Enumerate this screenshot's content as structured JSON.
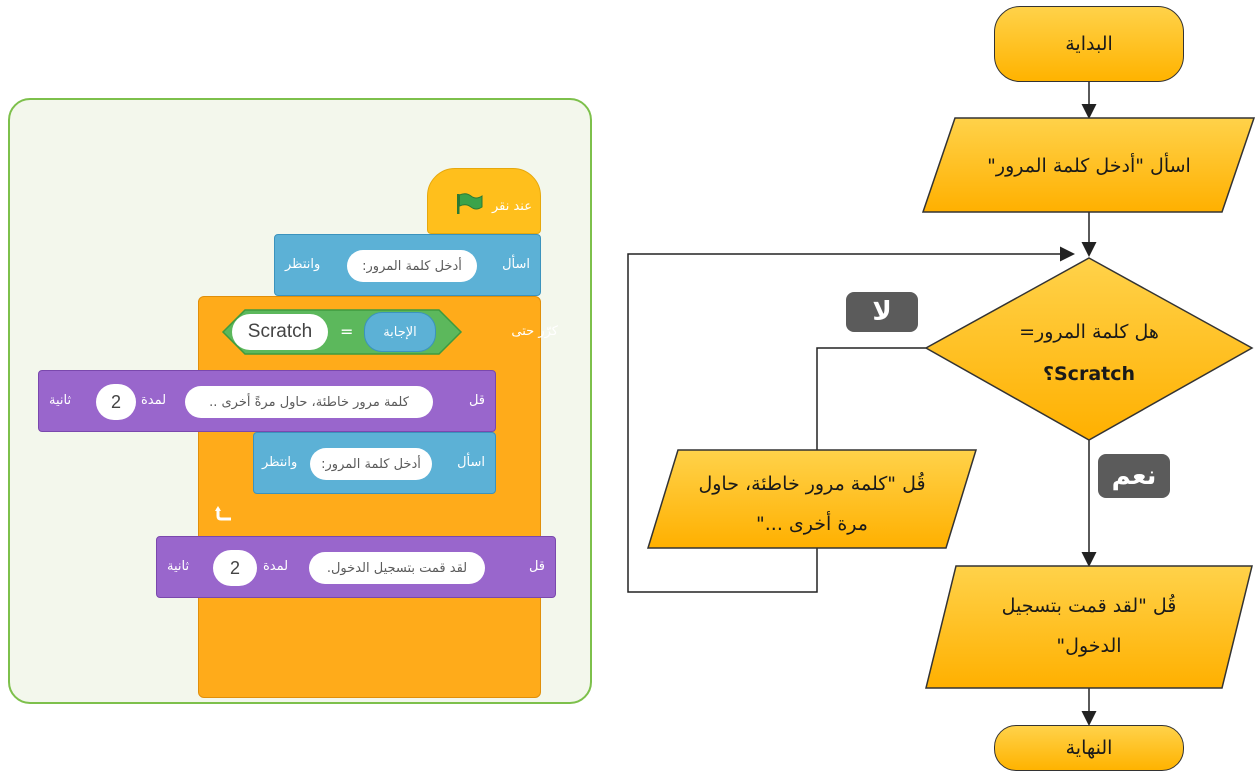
{
  "scratch": {
    "hat": {
      "label": "عند نقر"
    },
    "ask1": {
      "label": "اسأل",
      "input": "أدخل كلمة المرور:",
      "suffix": "وانتظر"
    },
    "repeat_until": {
      "label": "كرّر حتى",
      "left_reporter": "الإجابة",
      "operator": "=",
      "right_value": "Scratch"
    },
    "say1": {
      "label": "قل",
      "message": "كلمة مرور خاطئة، حاول مرةً أخرى ..",
      "for_label": "لمدة",
      "seconds": "2",
      "unit": "ثانية"
    },
    "ask2": {
      "label": "اسأل",
      "input": "أدخل كلمة المرور:",
      "suffix": "وانتظر"
    },
    "say2": {
      "label": "قل",
      "message": "لقد قمت بتسجيل الدخول.",
      "for_label": "لمدة",
      "seconds": "2",
      "unit": "ثانية"
    },
    "colors": {
      "event": "#ffbf1c",
      "sensing": "#5cb1d6",
      "control": "#ffab1a",
      "looks": "#9966cc",
      "flag": "#3aa34a"
    }
  },
  "flowchart": {
    "start": "البداية",
    "input": "اسأل \"أدخل كلمة المرور\"",
    "decision_line1": "هل كلمة المرور=",
    "decision_line2": "Scratch؟",
    "no_label": "لا",
    "yes_label": "نعم",
    "wrong_line1": "قُل \"كلمة مرور خاطئة، حاول",
    "wrong_line2": "مرة أخرى ...\"",
    "success_line1": "قُل \"لقد قمت بتسجيل",
    "success_line2": "الدخول\"",
    "end": "النهاية",
    "colors": {
      "fill": "#ffc21a",
      "fill_dark": "#ffab00",
      "badge": "#5b5b5b",
      "stroke": "#333333"
    }
  }
}
